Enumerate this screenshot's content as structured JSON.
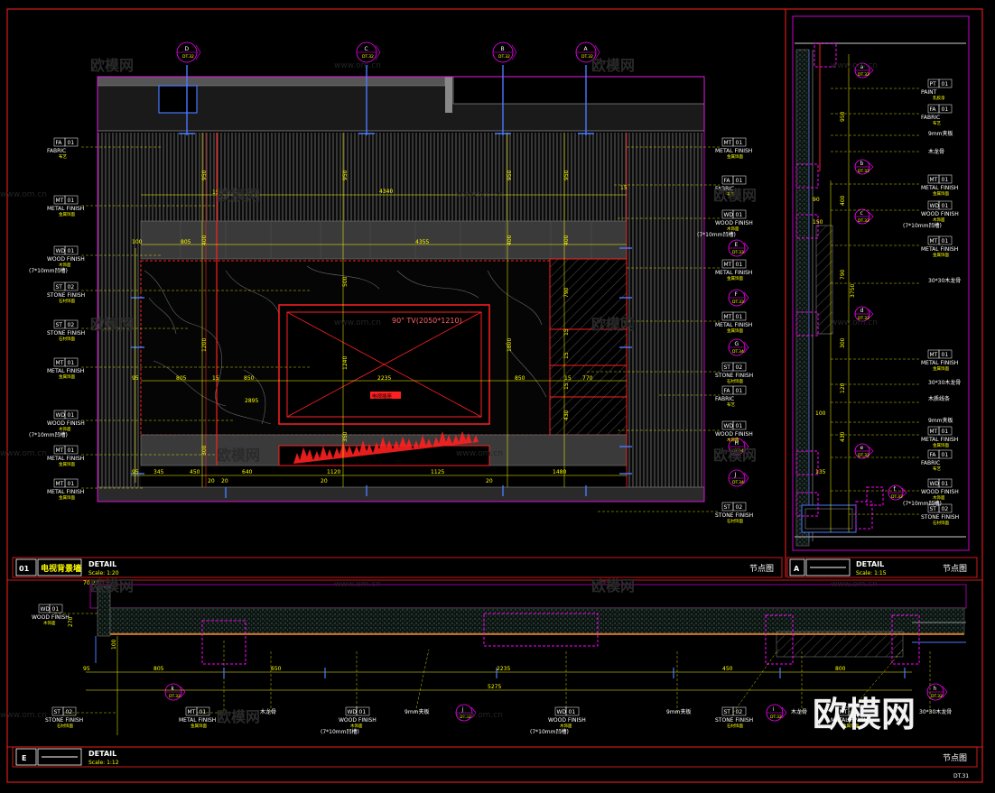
{
  "sheet_number": "DT.31",
  "watermark": {
    "logo": "欧模网",
    "url": "www.om.cn"
  },
  "panels": {
    "main": {
      "number": "01",
      "title": "电视背景墙",
      "detail": "DETAIL",
      "scale": "Scale: 1:20",
      "type": "节点图"
    },
    "side": {
      "number": "A",
      "detail": "DETAIL",
      "scale": "Scale: 1:15",
      "type": "节点图"
    },
    "bottom": {
      "number": "E",
      "detail": "DETAIL",
      "scale": "Scale: 1:12",
      "type": "节点图"
    }
  },
  "tv": {
    "label": "90\" TV(2050*1210)",
    "tag": "电视插座"
  },
  "section_markers_top": [
    {
      "letter": "D",
      "ref": "DT.32"
    },
    {
      "letter": "C",
      "ref": "DT.32"
    },
    {
      "letter": "B",
      "ref": "DT.32"
    },
    {
      "letter": "A",
      "ref": "DT.32"
    }
  ],
  "section_markers_right": [
    {
      "letter": "E",
      "ref": "DT.33"
    },
    {
      "letter": "F",
      "ref": "DT.33"
    },
    {
      "letter": "G",
      "ref": "DT.34"
    },
    {
      "letter": "H",
      "ref": "DT.34"
    },
    {
      "letter": "J",
      "ref": "DT.34"
    }
  ],
  "section_markers_side": [
    {
      "letter": "a",
      "ref": "DT.32"
    },
    {
      "letter": "b",
      "ref": "DT.32"
    },
    {
      "letter": "c",
      "ref": "DT.32"
    },
    {
      "letter": "d",
      "ref": "DT.32"
    },
    {
      "letter": "e",
      "ref": "DT.32"
    },
    {
      "letter": "f",
      "ref": "DT.32"
    }
  ],
  "section_markers_bottom": [
    {
      "letter": "k",
      "ref": "DT.32"
    },
    {
      "letter": "j",
      "ref": "DT.32"
    },
    {
      "letter": "i",
      "ref": "DT.32"
    },
    {
      "letter": "h",
      "ref": "DT.32"
    }
  ],
  "labels_left": [
    {
      "code": "FA",
      "num": "01",
      "name": "FABRIC",
      "cn": "布艺"
    },
    {
      "code": "MT",
      "num": "01",
      "name": "METAL FINISH",
      "cn": "金属饰面"
    },
    {
      "code": "WD",
      "num": "01",
      "name": "WOOD FINISH",
      "cn": "木饰面",
      "note": "(7*10mm凹槽)"
    },
    {
      "code": "ST",
      "num": "02",
      "name": "STONE FINISH",
      "cn": "石材饰面"
    },
    {
      "code": "ST",
      "num": "02",
      "name": "STONE FINISH",
      "cn": "石材饰面"
    },
    {
      "code": "MT",
      "num": "01",
      "name": "METAL FINISH",
      "cn": "金属饰面"
    },
    {
      "code": "WD",
      "num": "01",
      "name": "WOOD FINISH",
      "cn": "木饰面",
      "note": "(7*10mm凹槽)"
    },
    {
      "code": "MT",
      "num": "01",
      "name": "METAL FINISH",
      "cn": "金属饰面"
    },
    {
      "code": "MT",
      "num": "01",
      "name": "METAL FINISH",
      "cn": "金属饰面"
    }
  ],
  "labels_right": [
    {
      "code": "MT",
      "num": "01",
      "name": "METAL FINISH",
      "cn": "金属饰面"
    },
    {
      "code": "FA",
      "num": "01",
      "name": "FABRIC",
      "cn": "布艺"
    },
    {
      "code": "WD",
      "num": "01",
      "name": "WOOD FINISH",
      "cn": "木饰面",
      "note": "(7*10mm凹槽)"
    },
    {
      "code": "MT",
      "num": "01",
      "name": "METAL FINISH",
      "cn": "金属饰面"
    },
    {
      "code": "MT",
      "num": "01",
      "name": "METAL FINISH",
      "cn": "金属饰面"
    },
    {
      "code": "ST",
      "num": "02",
      "name": "STONE FINISH",
      "cn": "石材饰面"
    },
    {
      "code": "FA",
      "num": "01",
      "name": "FABRIC",
      "cn": "布艺"
    },
    {
      "code": "WD",
      "num": "01",
      "name": "WOOD FINISH",
      "cn": "木饰面"
    },
    {
      "code": "ST",
      "num": "02",
      "name": "STONE FINISH",
      "cn": "石材饰面"
    }
  ],
  "labels_side": [
    {
      "code": "PT",
      "num": "01",
      "name": "PAINT",
      "cn": "乳胶漆"
    },
    {
      "code": "FA",
      "num": "01",
      "name": "FABRIC",
      "cn": "布艺"
    },
    {
      "text": "9mm夹板"
    },
    {
      "text": "木龙骨"
    },
    {
      "code": "MT",
      "num": "01",
      "name": "METAL FINISH",
      "cn": "金属饰面"
    },
    {
      "code": "WD",
      "num": "01",
      "name": "WOOD FINISH",
      "cn": "木饰面",
      "note": "(7*10mm凹槽)"
    },
    {
      "code": "MT",
      "num": "01",
      "name": "METAL FINISH",
      "cn": "金属饰面"
    },
    {
      "text": "30*30木龙骨"
    },
    {
      "code": "MT",
      "num": "01",
      "name": "METAL FINISH",
      "cn": "金属饰面"
    },
    {
      "text": "30*30木龙骨"
    },
    {
      "text": "木质线条"
    },
    {
      "text": "9mm夹板"
    },
    {
      "code": "MT",
      "num": "01",
      "name": "METAL FINISH",
      "cn": "金属饰面"
    },
    {
      "code": "FA",
      "num": "01",
      "name": "FABRIC",
      "cn": "布艺"
    },
    {
      "code": "WD",
      "num": "01",
      "name": "WOOD FINISH",
      "cn": "木饰面",
      "note": "(7*10mm凹槽)"
    },
    {
      "code": "ST",
      "num": "02",
      "name": "STONE FINISH",
      "cn": "石材饰面"
    }
  ],
  "labels_bottom": [
    {
      "code": "WD",
      "num": "01",
      "name": "WOOD FINISH",
      "cn": "木饰面",
      "at": 55
    },
    {
      "code": "ST",
      "num": "02",
      "name": "STONE FINISH",
      "cn": "石材饰面",
      "at": 70
    },
    {
      "code": "MT",
      "num": "01",
      "name": "METAL FINISH",
      "cn": "金属饰面",
      "at": 218
    },
    {
      "text": "木龙骨",
      "at": 300
    },
    {
      "code": "WD",
      "num": "01",
      "name": "WOOD FINISH",
      "cn": "木饰面",
      "note": "(7*10mm凹槽)",
      "at": 395
    },
    {
      "text": "9mm夹板",
      "at": 460
    },
    {
      "code": "WD",
      "num": "01",
      "name": "WOOD FINISH",
      "cn": "木饰面",
      "note": "(7*10mm凹槽)",
      "at": 627
    },
    {
      "text": "9mm夹板",
      "at": 750
    },
    {
      "code": "ST",
      "num": "02",
      "name": "STONE FINISH",
      "cn": "石材饰面",
      "at": 812
    },
    {
      "text": "木龙骨",
      "at": 888
    },
    {
      "code": "MT",
      "num": "01",
      "name": "METAL FINISH",
      "cn": "金属饰面",
      "at": 940
    },
    {
      "text": "30*30木龙骨",
      "at": 1030
    }
  ],
  "dims_main": {
    "top_row": [
      "4340"
    ],
    "row2": [
      "100",
      "805",
      "15",
      "4355",
      "15"
    ],
    "row3": [
      "95",
      "805",
      "15",
      "850",
      "2235",
      "850",
      "15",
      "770"
    ],
    "bottom_row": [
      "95",
      "345",
      "450",
      "640",
      "1120",
      "1125",
      "1480"
    ],
    "bottom_small": [
      "20",
      "20",
      "20",
      "20"
    ],
    "vertical": [
      "950",
      "950",
      "950",
      "950",
      "400",
      "400",
      "400",
      "500",
      "1200",
      "1240",
      "1800",
      "300",
      "790",
      "15",
      "15",
      "15",
      "430",
      "350",
      "2895"
    ]
  },
  "dims_side": [
    "950",
    "400",
    "790",
    "3750",
    "300",
    "120",
    "100",
    "430",
    "90",
    "150",
    "135"
  ],
  "dims_bottom": [
    "70",
    "20",
    "270",
    "100",
    "95",
    "805",
    "650",
    "2235",
    "450",
    "800",
    "5275"
  ],
  "colors": {
    "background": "#000000",
    "frame": "#ff00ff",
    "cad_red": "#ff2020",
    "dimension": "#ffff00",
    "marker": "#4a7aff",
    "wall_panel": "#3a3a3a"
  }
}
